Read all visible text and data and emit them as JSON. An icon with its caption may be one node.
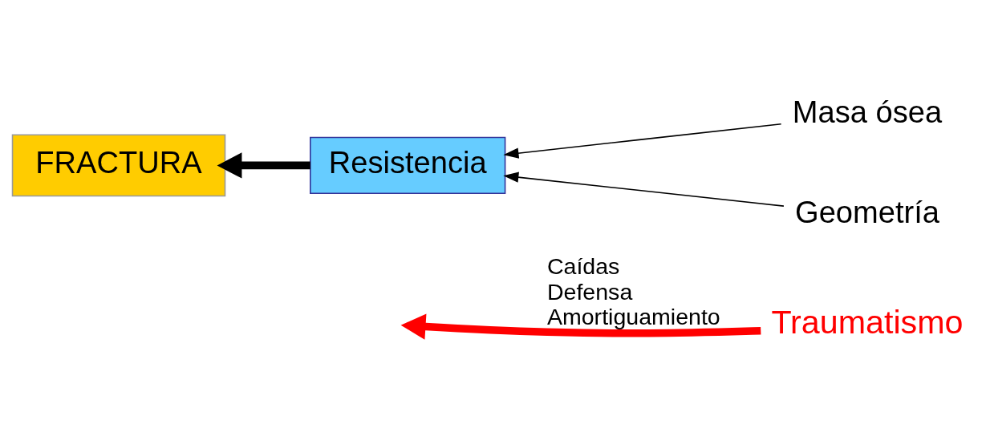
{
  "diagram": {
    "nodes": [
      {
        "text": [
          "Traumatismo"
        ]
      },
      {
        "text": [
          "FRACTURA"
        ]
      },
      {
        "text": [
          "Resistencia"
        ]
      },
      {
        "text": [
          "Masa ósea"
        ]
      },
      {
        "text": [
          "Geometría"
        ]
      }
    ],
    "edges": [
      {
        "from": 0,
        "to": null,
        "arrow": "to",
        "style": "thick",
        "color": "#ff0000",
        "label": "Caídas Defensa Amortiguamiento"
      },
      {
        "from": 2,
        "to": 1,
        "arrow": "to",
        "style": "thick"
      },
      {
        "from": 3,
        "to": 2,
        "arrow": "to"
      },
      {
        "from": 4,
        "to": 2,
        "arrow": "to"
      }
    ]
  }
}
